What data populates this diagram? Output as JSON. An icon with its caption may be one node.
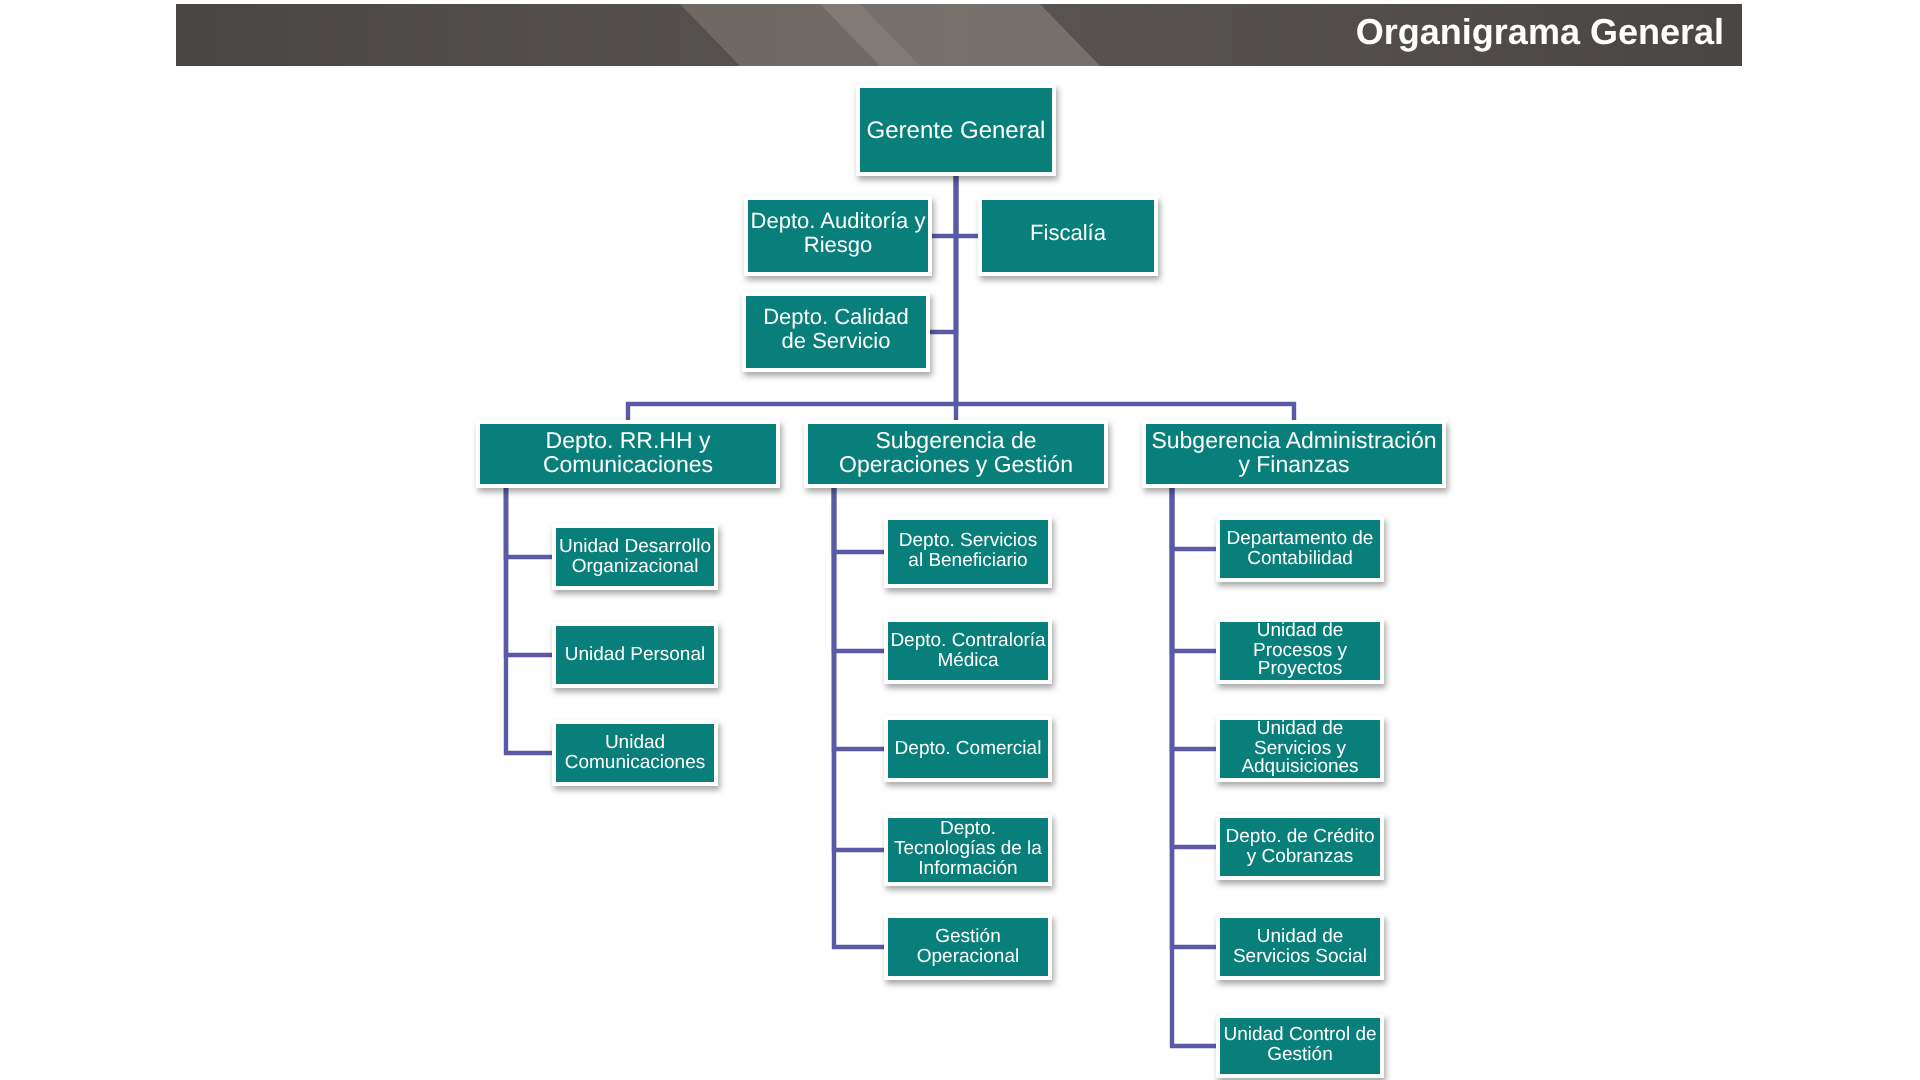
{
  "diagram": {
    "title": "Organigrama General",
    "nodes": [
      {
        "text": [
          "Gerente General"
        ]
      },
      {
        "text": [
          "Depto. Auditoría y Riesgo"
        ]
      },
      {
        "text": [
          "Fiscalía"
        ]
      },
      {
        "text": [
          "Depto. Calidad de Servicio"
        ]
      },
      {
        "text": [
          "Depto. RR.HH y Comunicaciones"
        ]
      },
      {
        "text": [
          "Subgerencia de Operaciones y Gestión"
        ]
      },
      {
        "text": [
          "Subgerencia Administración y Finanzas"
        ]
      },
      {
        "text": [
          "Unidad Desarrollo Organizacional"
        ]
      },
      {
        "text": [
          "Unidad Personal"
        ]
      },
      {
        "text": [
          "Unidad Comunicaciones"
        ]
      },
      {
        "text": [
          "Depto. Servicios al Beneficiario"
        ]
      },
      {
        "text": [
          "Depto. Contraloría Médica"
        ]
      },
      {
        "text": [
          "Depto. Comercial"
        ]
      },
      {
        "text": [
          "Depto. Tecnologías de la Información"
        ]
      },
      {
        "text": [
          "Gestión Operacional"
        ]
      },
      {
        "text": [
          "Departamento de Contabilidad"
        ]
      },
      {
        "text": [
          "Unidad de Procesos y Proyectos"
        ]
      },
      {
        "text": [
          "Unidad de Servicios y Adquisiciones"
        ]
      },
      {
        "text": [
          "Depto. de Crédito y Cobranzas"
        ]
      },
      {
        "text": [
          "Unidad de Servicios Social"
        ]
      },
      {
        "text": [
          "Unidad Control de Gestión"
        ]
      }
    ],
    "edges": [
      {
        "from": 0,
        "to": 1,
        "arrow": "none"
      },
      {
        "from": 0,
        "to": 2,
        "arrow": "none"
      },
      {
        "from": 0,
        "to": 3,
        "arrow": "none"
      },
      {
        "from": 0,
        "to": 4,
        "arrow": "none"
      },
      {
        "from": 0,
        "to": 5,
        "arrow": "none"
      },
      {
        "from": 0,
        "to": 6,
        "arrow": "none"
      },
      {
        "from": 4,
        "to": 7,
        "arrow": "none"
      },
      {
        "from": 4,
        "to": 8,
        "arrow": "none"
      },
      {
        "from": 4,
        "to": 9,
        "arrow": "none"
      },
      {
        "from": 5,
        "to": 10,
        "arrow": "none"
      },
      {
        "from": 5,
        "to": 11,
        "arrow": "none"
      },
      {
        "from": 5,
        "to": 12,
        "arrow": "none"
      },
      {
        "from": 5,
        "to": 13,
        "arrow": "none"
      },
      {
        "from": 5,
        "to": 14,
        "arrow": "none"
      },
      {
        "from": 6,
        "to": 15,
        "arrow": "none"
      },
      {
        "from": 6,
        "to": 16,
        "arrow": "none"
      },
      {
        "from": 6,
        "to": 17,
        "arrow": "none"
      },
      {
        "from": 6,
        "to": 18,
        "arrow": "none"
      },
      {
        "from": 6,
        "to": 19,
        "arrow": "none"
      },
      {
        "from": 6,
        "to": 20,
        "arrow": "none"
      }
    ]
  }
}
